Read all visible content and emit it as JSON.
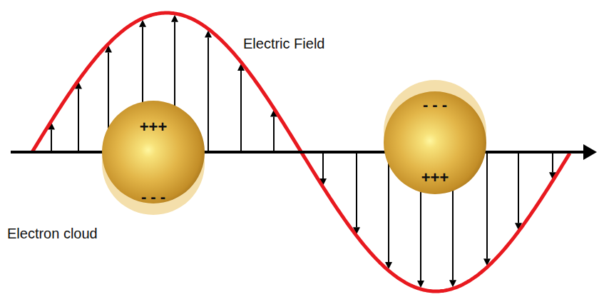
{
  "diagram": {
    "nodes": [
      {
        "text": [
          "+++",
          "- - -"
        ]
      },
      {
        "text": [
          "- - -",
          "+++"
        ]
      }
    ],
    "labels": [
      "Electric Field",
      "Electron cloud"
    ]
  }
}
